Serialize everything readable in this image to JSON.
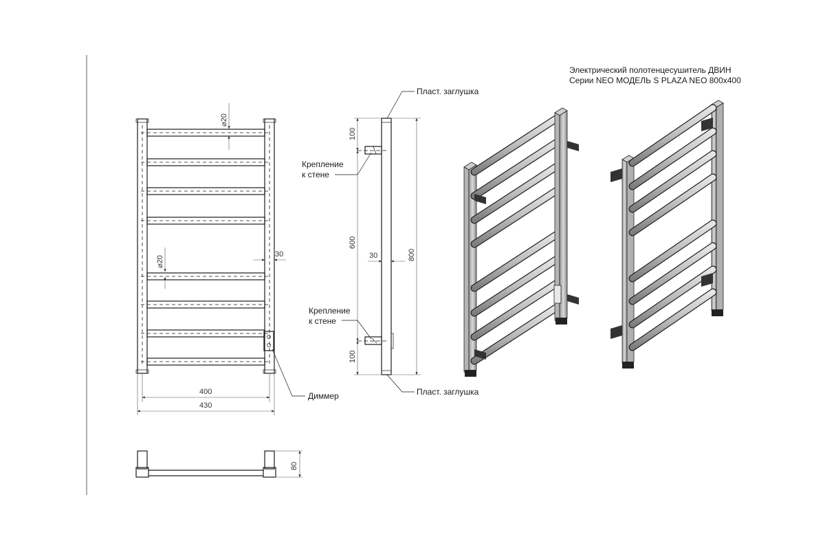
{
  "title": {
    "line1": "Электрический полотенцесушитель ДВИН",
    "line2": "Серии NEO МОДЕЛЬ S PLAZA NEO 800x400"
  },
  "callouts": {
    "plug_top": "Пласт. заглушка",
    "plug_bottom": "Пласт. заглушка",
    "mount_top_line1": "Крепление",
    "mount_top_line2": "к стене",
    "mount_bottom_line1": "Крепление",
    "mount_bottom_line2": "к стене",
    "dimmer": "Диммер"
  },
  "dimensions": {
    "rung_diameter_top": "⌀20",
    "rung_diameter_mid": "⌀20",
    "post_width": "30",
    "inner_width": "400",
    "overall_width": "430",
    "side_top_offset": "100",
    "side_middle": "600",
    "side_bottom_offset": "100",
    "side_thickness": "30",
    "overall_height": "800",
    "depth": "80"
  }
}
